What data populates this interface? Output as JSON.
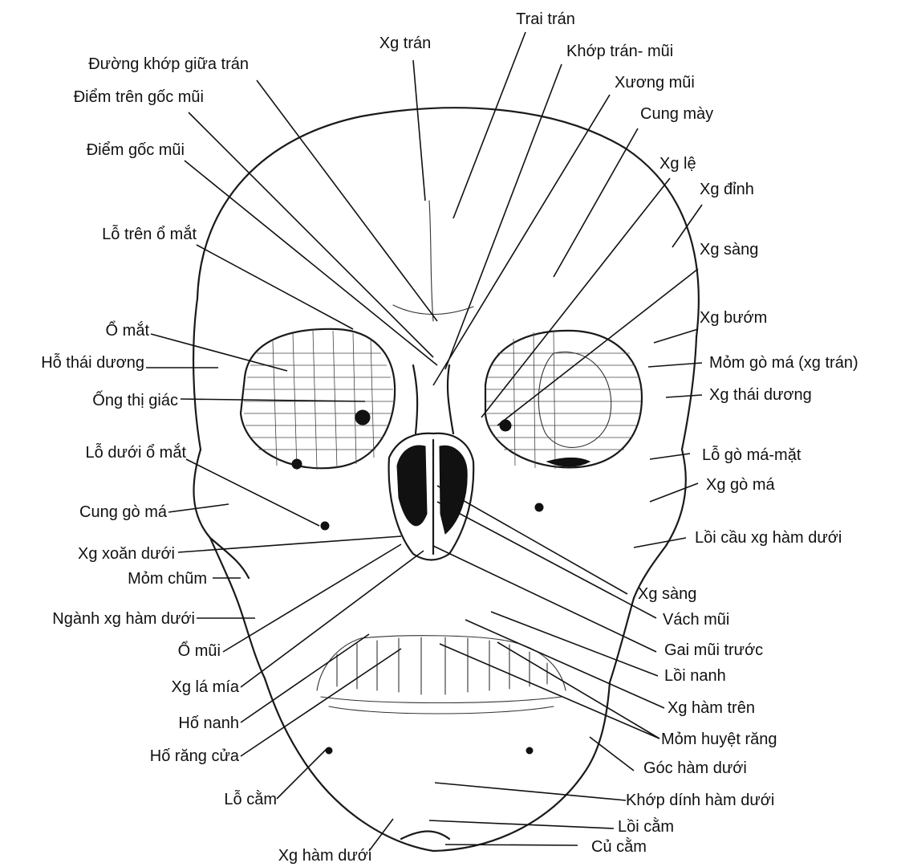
{
  "labels": {
    "xg_tran": "Xg trán",
    "trai_tran": "Trai trán",
    "duong_khop_giua_tran": "Đường khớp giữa trán",
    "khop_tran_mui": "Khớp trán- mũi",
    "diem_tren_goc_mui": "Điểm trên gốc mũi",
    "xuong_mui": "Xương mũi",
    "cung_may": "Cung mày",
    "diem_goc_mui": "Điểm gốc mũi",
    "xg_le": "Xg lệ",
    "xg_dinh": "Xg đỉnh",
    "lo_tren_o_mat": "Lỗ trên ổ mắt",
    "xg_sang_top": "Xg sàng",
    "o_mat": "Ổ mắt",
    "xg_buom": "Xg bướm",
    "ho_thai_duong": "Hỗ thái dương",
    "mom_go_ma_xg_tran": "Mỏm gò má (xg trán)",
    "ong_thi_giac": "Ống thị giác",
    "xg_thai_duong": "Xg thái dương",
    "lo_duoi_o_mat": "Lỗ dưới ổ mắt",
    "lo_go_ma_mat": "Lỗ gò má-mặt",
    "xg_go_ma": "Xg gò má",
    "cung_go_ma": "Cung gò má",
    "loi_cau_xg_ham_duoi": "Lồi cầu xg hàm dưới",
    "xg_xoan_duoi": "Xg xoăn dưới",
    "mom_chum": "Mỏm chũm",
    "xg_sang_bottom": "Xg sàng",
    "nganh_xg_ham_duoi": "Ngành xg hàm dưới",
    "vach_mui": "Vách mũi",
    "o_mui": "Ổ mũi",
    "gai_mui_truoc": "Gai mũi trước",
    "loi_nanh": "Lồi nanh",
    "xg_la_mia": "Xg lá mía",
    "xg_ham_tren": "Xg hàm trên",
    "ho_nanh": "Hố nanh",
    "mom_huyet_rang": "Mỏm huyệt răng",
    "ho_rang_cua": "Hố răng cửa",
    "goc_ham_duoi": "Góc hàm dưới",
    "lo_cam": "Lỗ cằm",
    "khop_dinh_ham_duoi": "Khớp dính hàm dưới",
    "loi_cam": "Lồi cằm",
    "cu_cam": "Củ cằm",
    "xg_ham_duoi": "Xg hàm dưới"
  }
}
